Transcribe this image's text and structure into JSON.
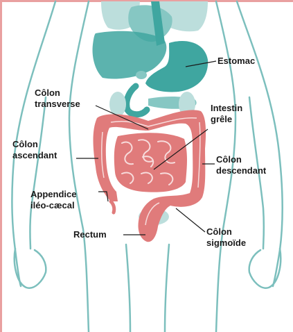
{
  "colors": {
    "frame": "#e9a0a0",
    "body_outline": "#7cbfbd",
    "organ_light": "#bcdedc",
    "organ_mid": "#86c7c3",
    "organ_dark": "#3fa6a0",
    "intestine_fill": "#e07b7b",
    "intestine_line": "#f7dcdc",
    "leader_line": "#1a1a1a"
  },
  "labels": {
    "estomac": "Estomac",
    "colon_transverse": [
      "Côlon",
      "transverse"
    ],
    "intestin_grele": [
      "Intestin",
      "grêle"
    ],
    "colon_ascendant": [
      "Côlon",
      "ascendant"
    ],
    "colon_descendant": [
      "Côlon",
      "descendant"
    ],
    "appendice": [
      "Appendice",
      "iléo-cæcal"
    ],
    "rectum": "Rectum",
    "colon_sigmoide": [
      "Côlon",
      "sigmoïde"
    ]
  }
}
